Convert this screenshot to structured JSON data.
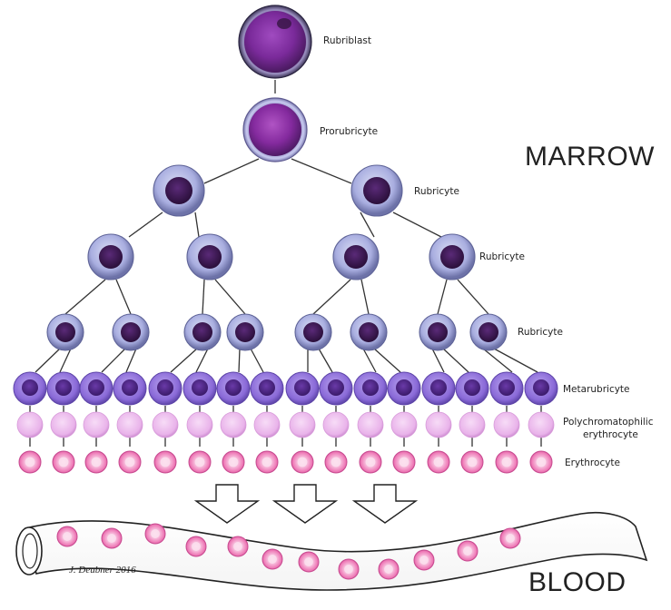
{
  "labels": {
    "rubriblast": "Rubriblast",
    "prorubricyte": "Prorubricyte",
    "rubricyte_1": "Rubricyte",
    "rubricyte_2": "Rubricyte",
    "rubricyte_3": "Rubricyte",
    "metarubricyte": "Metarubricyte",
    "polychromatophilic_line1": "Polychromatophilic",
    "polychromatophilic_line2": "erythrocyte",
    "erythrocyte": "Erythrocyte"
  },
  "regions": {
    "marrow": "MARROW",
    "blood": "BLOOD"
  },
  "signature": "J. Deubner 2016",
  "colors": {
    "rubriblast_core": "#7a2a9a",
    "rubricyte_ring": "#a9aee0",
    "rubricyte_nucleus": "#3b1850",
    "metarubricyte": "#8a6ad8",
    "polychromatophilic": "#e9b3ea",
    "erythrocyte": "#ee79b6",
    "line": "#333333"
  }
}
